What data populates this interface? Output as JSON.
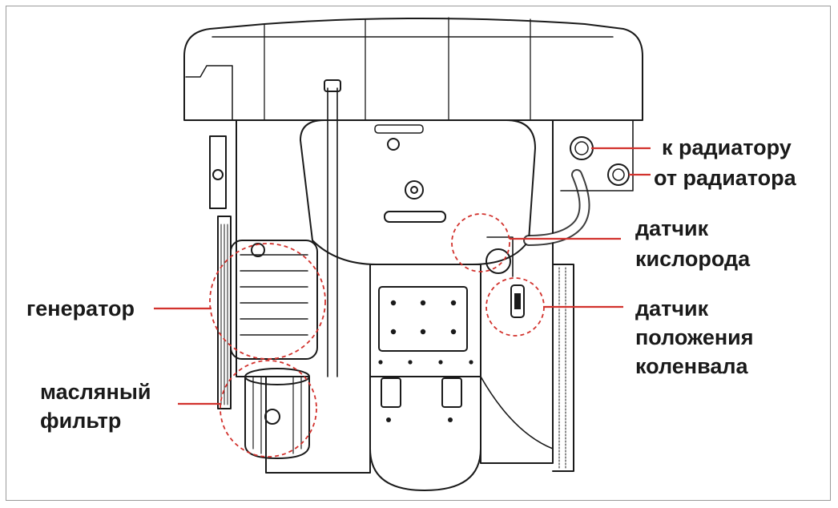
{
  "diagram": {
    "colors": {
      "line": "#1a1a1a",
      "leader": "#d2322d",
      "circle": "#d2322d",
      "background": "#ffffff",
      "frame": "#9a9a9a"
    },
    "labels": {
      "to_radiator": "к радиатору",
      "from_radiator": "от радиатора",
      "oxygen_sensor_line1": "датчик",
      "oxygen_sensor_line2": "кислорода",
      "generator": "генератор",
      "crank_sensor_line1": "датчик",
      "crank_sensor_line2": "положения",
      "crank_sensor_line3": "коленвала",
      "oil_filter_line1": "масляный",
      "oil_filter_line2": "фильтр"
    }
  }
}
